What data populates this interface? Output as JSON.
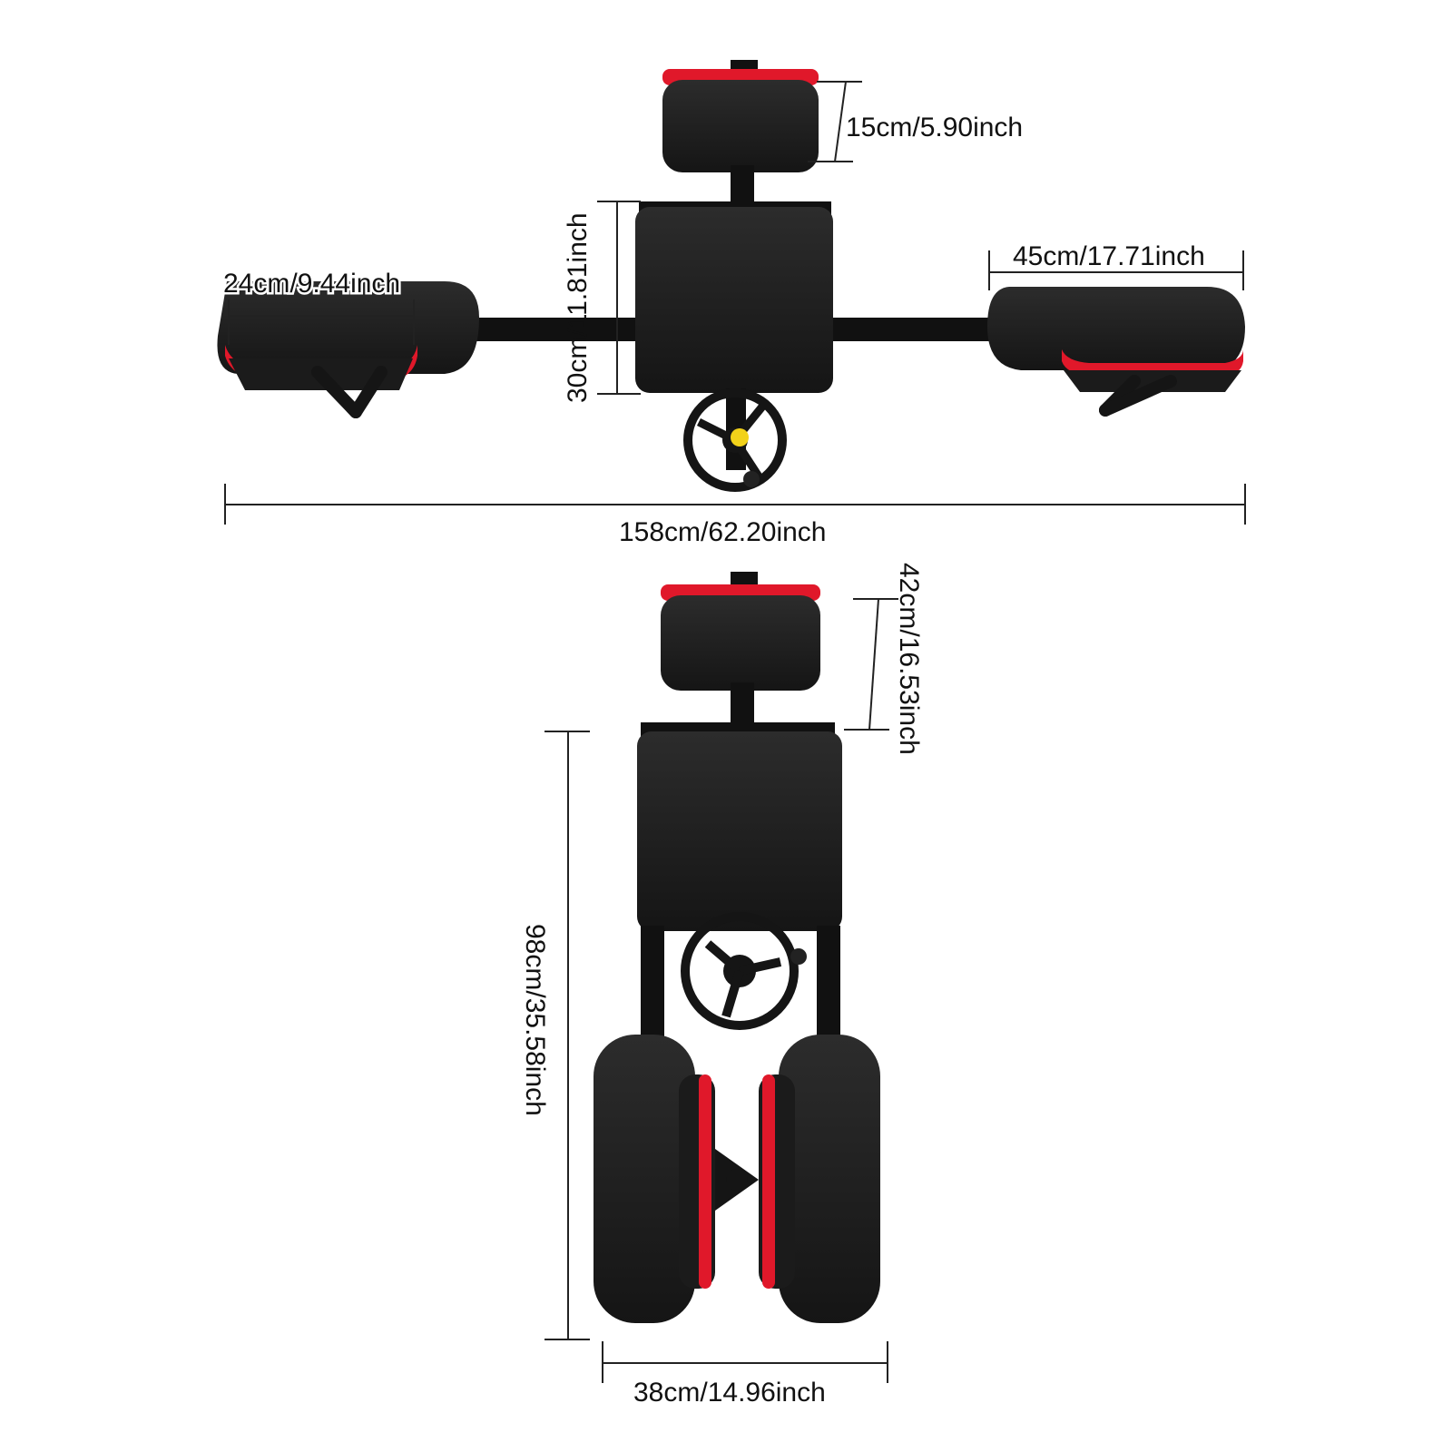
{
  "colors": {
    "pad": "#1b1b1b",
    "pad_highlight": "#2a2a2a",
    "frame": "#0e0e0e",
    "accent_red": "#e0182a",
    "knob_yellow": "#f2d21a",
    "line": "#222222",
    "background": "#ffffff"
  },
  "top_view": {
    "backrest_height": "15cm/5.90inch",
    "seat_height": "30cm/11.81inch",
    "leg_pad_left_width": "24cm/9.44inch",
    "leg_pad_right_width": "45cm/17.71inch",
    "overall_width": "158cm/62.20inch"
  },
  "folded_view": {
    "backrest_to_seat": "42cm/16.53inch",
    "overall_length": "98cm/35.58inch",
    "overall_width": "38cm/14.96inch"
  }
}
